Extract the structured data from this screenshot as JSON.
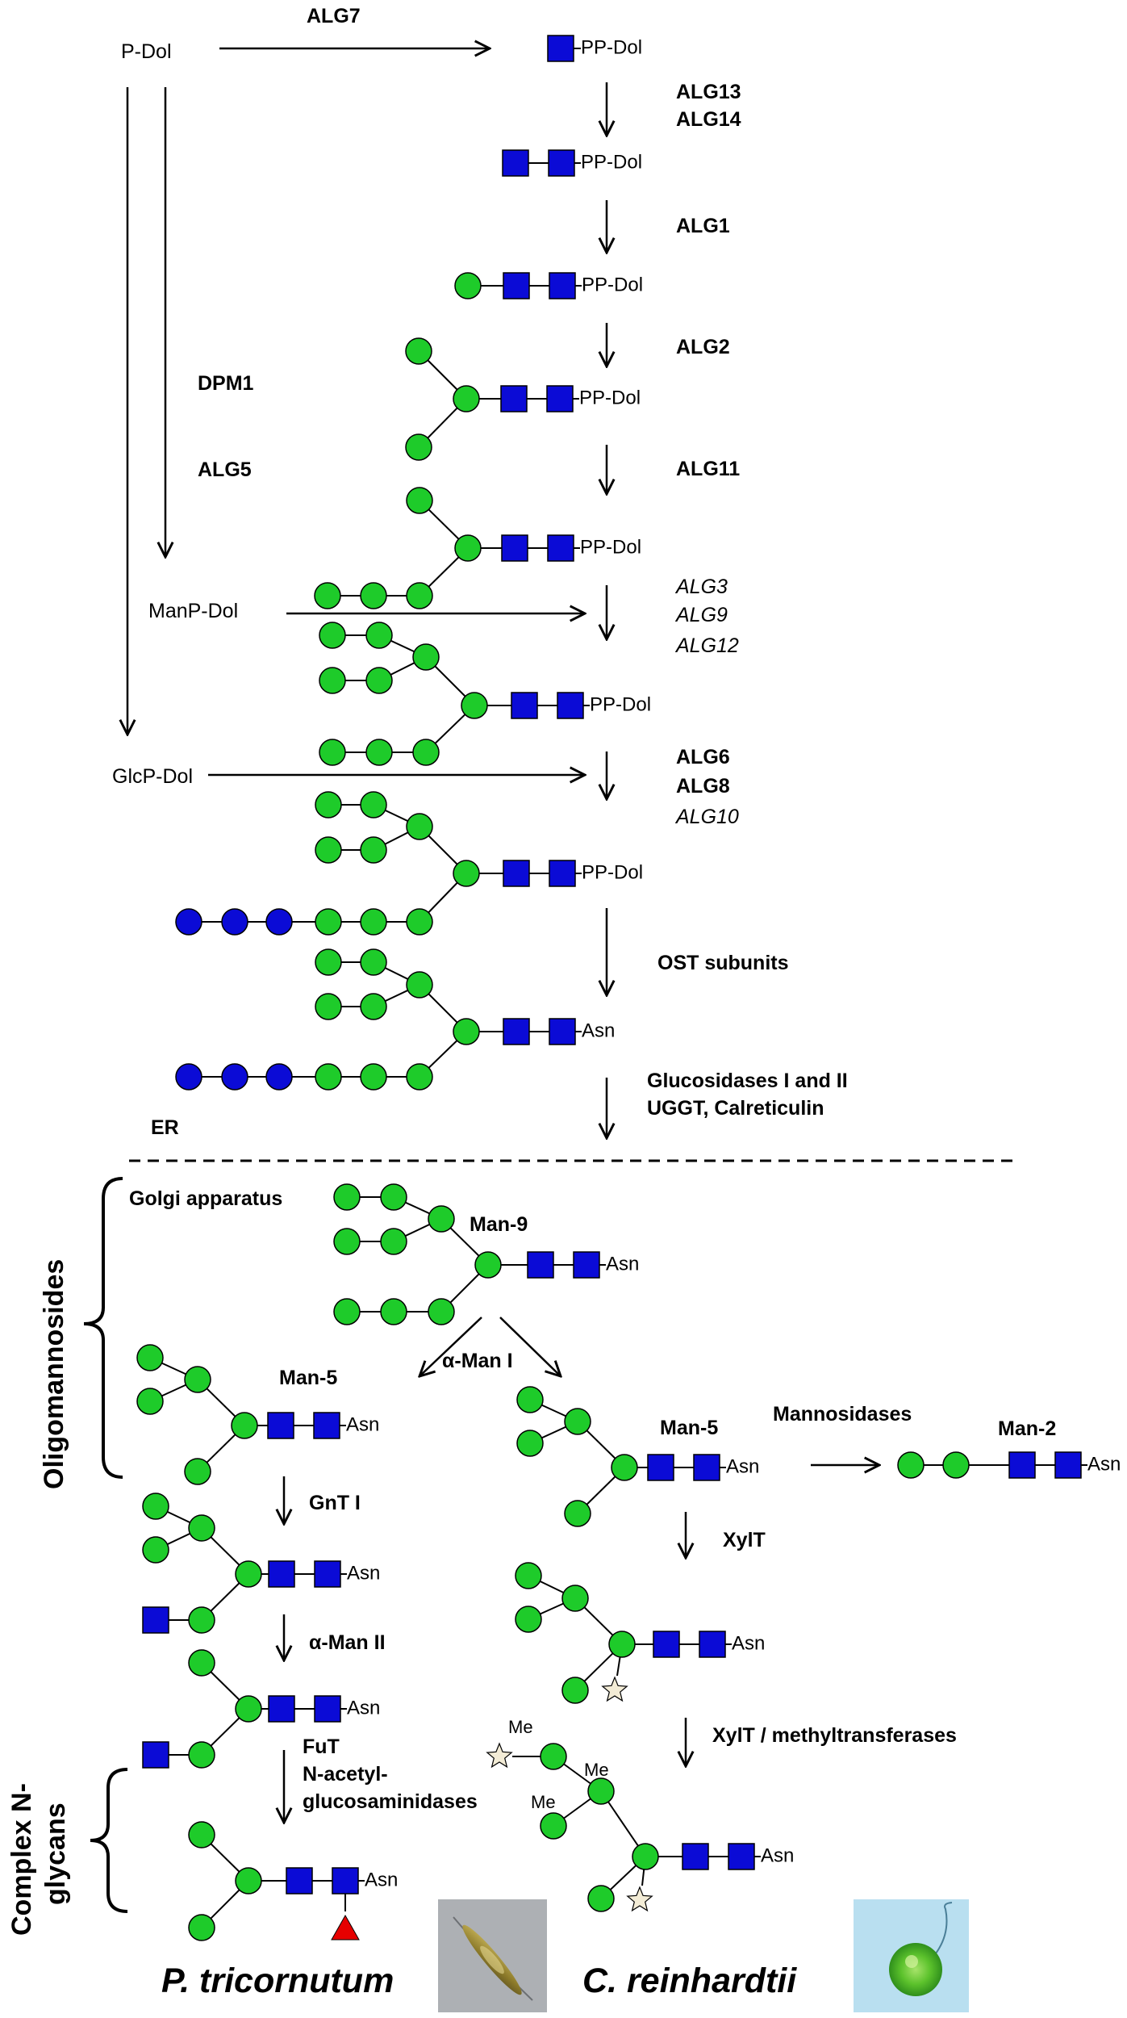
{
  "colors": {
    "mannose": "#1ecb2a",
    "glcnac_glc": "#0b0bd6",
    "fucose": "#e60000",
    "xylose": "#f3ecd6",
    "line": "#000000"
  },
  "icons": {
    "mannose": "green-circle",
    "glucose": "blue-circle",
    "glcnac": "blue-square",
    "fucose": "red-triangle",
    "xylose": "beige-star"
  },
  "substrates": {
    "p_dol": "P-Dol",
    "manp_dol": "ManP-Dol",
    "glcp_dol": "GlcP-Dol"
  },
  "enzymes": {
    "alg7": "ALG7",
    "alg13": "ALG13",
    "alg14": "ALG14",
    "alg1": "ALG1",
    "alg2": "ALG2",
    "alg11": "ALG11",
    "dpm1": "DPM1",
    "alg5": "ALG5",
    "alg3": "ALG3",
    "alg9": "ALG9",
    "alg12": "ALG12",
    "alg6": "ALG6",
    "alg8": "ALG8",
    "alg10": "ALG10",
    "ost": "OST subunits",
    "glucosidases": "Glucosidases I and II",
    "uggt": "UGGT, Calreticulin",
    "alpha_man_1": "α-Man I",
    "mannosidases": "Mannosidases",
    "gnt1": "GnT I",
    "xylt": "XylT",
    "alpha_man_2": "α-Man II",
    "fut": "FuT",
    "nacetyl_1": "N-acetyl-",
    "nacetyl_2": "glucosaminidases",
    "xylt_methyl": "XylT / methyltransferases"
  },
  "anchors": {
    "pp_dol": "PP-Dol",
    "asn": "Asn"
  },
  "compartments": {
    "er": "ER",
    "golgi": "Golgi apparatus"
  },
  "glycans": {
    "man9": "Man-9",
    "man5": "Man-5",
    "man2": "Man-2"
  },
  "modifications": {
    "me": "Me"
  },
  "side_labels": {
    "oligomannosides": "Oligomannosides",
    "complex_1": "Complex N-",
    "complex_2": "glycans"
  },
  "organisms": {
    "pt": "P. tricornutum",
    "cr": "C. reinhardtii"
  }
}
